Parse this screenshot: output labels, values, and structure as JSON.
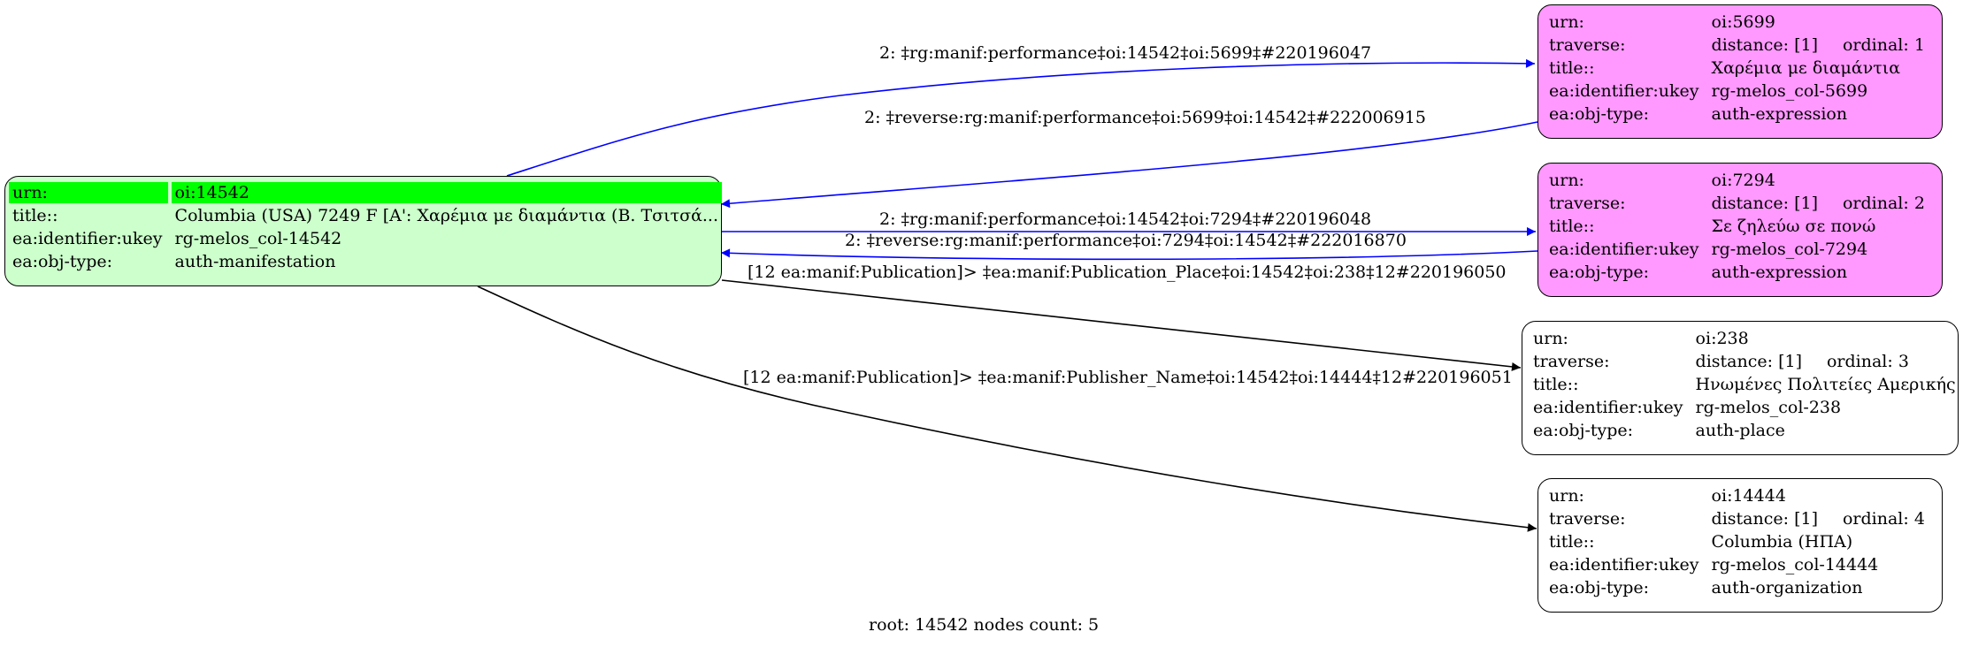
{
  "root_node": {
    "rows": [
      {
        "key": "urn:",
        "value": "oi:14542"
      },
      {
        "key": "title::",
        "value": "Columbia (USA) 7249 F [A': Χαρέμια με διαμάντια (Β. Τσιτσά..."
      },
      {
        "key": "ea:identifier:ukey",
        "value": "rg-melos_col-14542"
      },
      {
        "key": "ea:obj-type:",
        "value": "auth-manifestation"
      }
    ]
  },
  "related_nodes": [
    {
      "urn_key": "urn:",
      "urn": "oi:5699",
      "traverse_key": "traverse:",
      "distance": "distance: [1]",
      "ordinal": "ordinal: 1",
      "title_key": "title::",
      "title": "Χαρέμια με διαμάντια",
      "ukey_key": "ea:identifier:ukey",
      "ukey": "rg-melos_col-5699",
      "type_key": "ea:obj-type:",
      "type": "auth-expression"
    },
    {
      "urn_key": "urn:",
      "urn": "oi:7294",
      "traverse_key": "traverse:",
      "distance": "distance: [1]",
      "ordinal": "ordinal: 2",
      "title_key": "title::",
      "title": "Σε ζηλεύω σε πονώ",
      "ukey_key": "ea:identifier:ukey",
      "ukey": "rg-melos_col-7294",
      "type_key": "ea:obj-type:",
      "type": "auth-expression"
    },
    {
      "urn_key": "urn:",
      "urn": "oi:238",
      "traverse_key": "traverse:",
      "distance": "distance: [1]",
      "ordinal": "ordinal: 3",
      "title_key": "title::",
      "title": "Ηνωμένες Πολιτείες Αμερικής",
      "ukey_key": "ea:identifier:ukey",
      "ukey": "rg-melos_col-238",
      "type_key": "ea:obj-type:",
      "type": "auth-place"
    },
    {
      "urn_key": "urn:",
      "urn": "oi:14444",
      "traverse_key": "traverse:",
      "distance": "distance: [1]",
      "ordinal": "ordinal: 4",
      "title_key": "title::",
      "title": "Columbia (ΗΠΑ)",
      "ukey_key": "ea:identifier:ukey",
      "ukey": "rg-melos_col-14444",
      "type_key": "ea:obj-type:",
      "type": "auth-organization"
    }
  ],
  "edges": [
    {
      "label": "2: ‡rg:manif:performance‡oi:14542‡oi:5699‡#220196047",
      "color": "#0000ff"
    },
    {
      "label": "2: ‡reverse:rg:manif:performance‡oi:5699‡oi:14542‡#222006915",
      "color": "#0000ff"
    },
    {
      "label": "2: ‡rg:manif:performance‡oi:14542‡oi:7294‡#220196048",
      "color": "#0000ff"
    },
    {
      "label": "2: ‡reverse:rg:manif:performance‡oi:7294‡oi:14542‡#222016870",
      "color": "#0000ff"
    },
    {
      "label": "[12 ea:manif:Publication]> ‡ea:manif:Publication_Place‡oi:14542‡oi:238‡12#220196050",
      "color": "#000000"
    },
    {
      "label": "[12 ea:manif:Publication]> ‡ea:manif:Publisher_Name‡oi:14542‡oi:14444‡12#220196051",
      "color": "#000000"
    }
  ],
  "colors": {
    "root_fill": "#ccffcc",
    "root_highlight": "#00ff00",
    "expression_fill": "#ff99ff",
    "plain_fill": "#ffffff"
  },
  "footer": "root: 14542 nodes count: 5"
}
